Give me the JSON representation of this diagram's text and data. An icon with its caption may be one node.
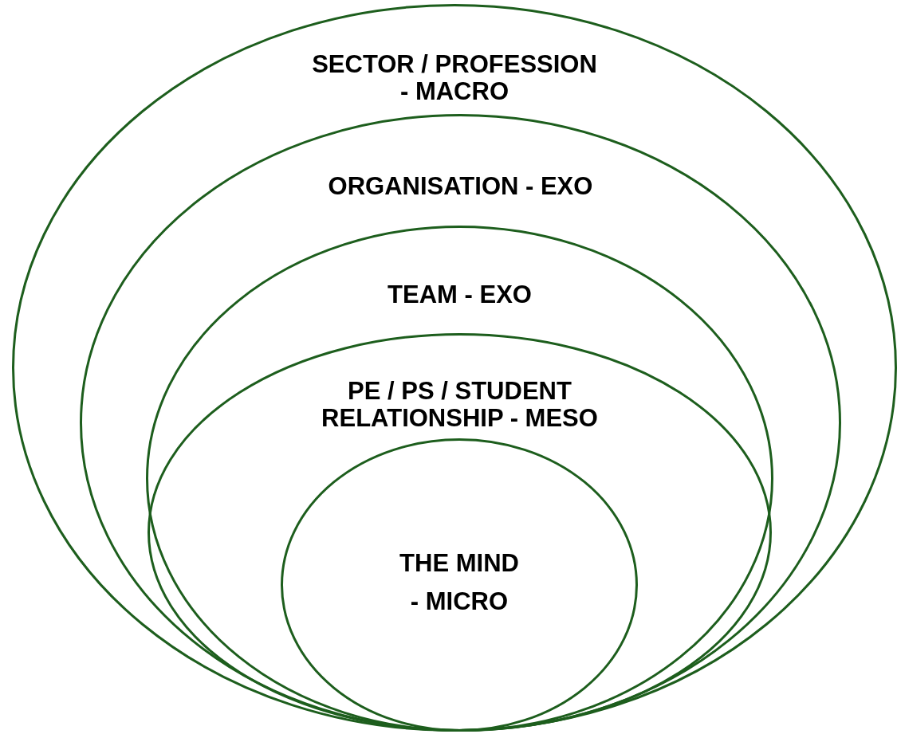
{
  "diagram": {
    "nodes": [
      {
        "text": [
          "SECTOR / PROFESSION - MACRO"
        ]
      },
      {
        "text": [
          "ORGANISATION - EXO"
        ],
        "in": 0
      },
      {
        "text": [
          "TEAM - EXO"
        ],
        "in": 1
      },
      {
        "text": [
          "PE / PS / STUDENT RELATIONSHIP - MESO"
        ],
        "in": 2
      },
      {
        "text": [
          "THE MIND - MICRO"
        ],
        "in": 3
      }
    ]
  }
}
